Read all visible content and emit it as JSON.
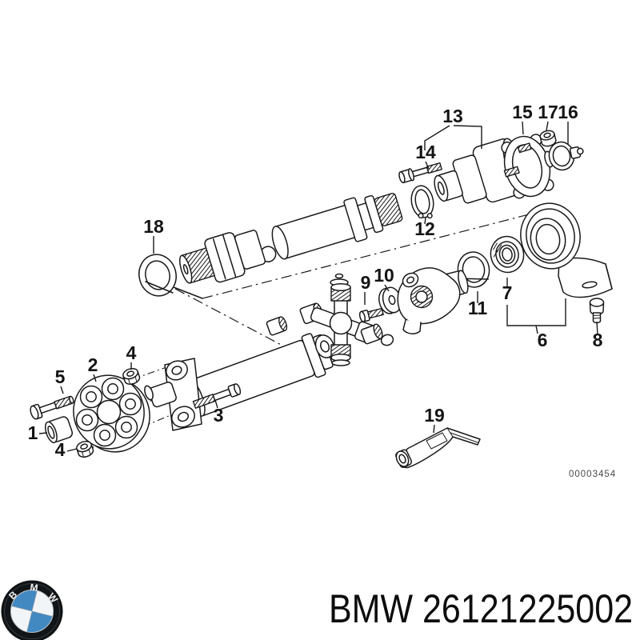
{
  "diagram": {
    "id_code": "00003454",
    "callouts": [
      {
        "n": "1"
      },
      {
        "n": "2"
      },
      {
        "n": "3"
      },
      {
        "n": "4"
      },
      {
        "n": "4"
      },
      {
        "n": "5"
      },
      {
        "n": "6"
      },
      {
        "n": "7"
      },
      {
        "n": "8"
      },
      {
        "n": "9"
      },
      {
        "n": "10"
      },
      {
        "n": "11"
      },
      {
        "n": "12"
      },
      {
        "n": "13"
      },
      {
        "n": "14"
      },
      {
        "n": "15"
      },
      {
        "n": "16"
      },
      {
        "n": "17"
      },
      {
        "n": "18"
      },
      {
        "n": "19"
      }
    ]
  },
  "footer": {
    "part_label": "BMW 26121225002",
    "logo_letters": [
      "B",
      "M",
      "W"
    ],
    "brand_blue": "#4289c2"
  }
}
